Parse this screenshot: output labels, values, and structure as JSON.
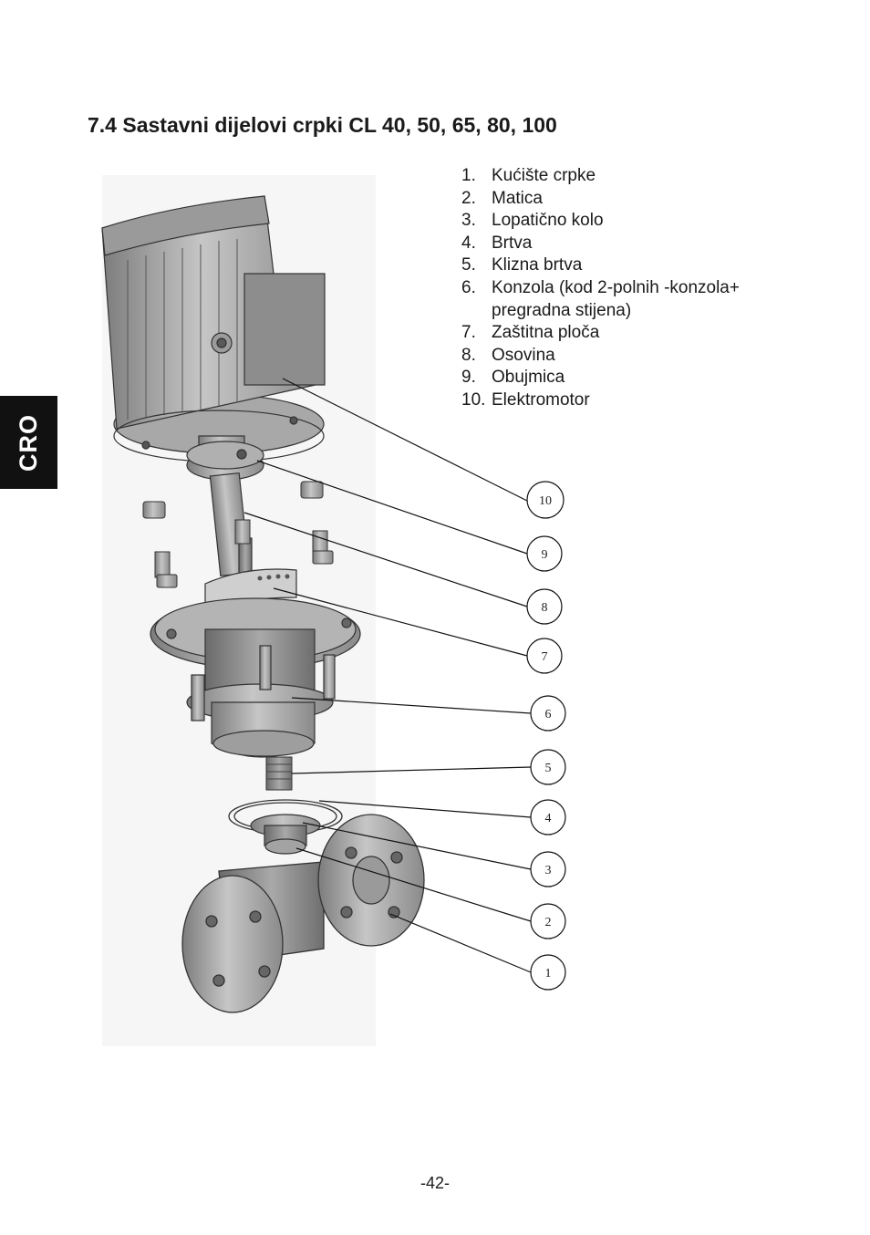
{
  "side_tab": {
    "label": "CRO"
  },
  "section": {
    "title": "7.4 Sastavni dijelovi crpki CL 40, 50, 65, 80, 100"
  },
  "parts": [
    {
      "num": "1.",
      "label": "Kućište crpke"
    },
    {
      "num": "2.",
      "label": "Matica"
    },
    {
      "num": "3.",
      "label": "Lopatično kolo"
    },
    {
      "num": "4.",
      "label": "Brtva"
    },
    {
      "num": "5.",
      "label": "Klizna brtva"
    },
    {
      "num": "6.",
      "label": "Konzola (kod 2-polnih -konzola+"
    },
    {
      "num": "",
      "label": "pregradna stijena)"
    },
    {
      "num": "7.",
      "label": "Zaštitna ploča"
    },
    {
      "num": "8.",
      "label": "Osovina"
    },
    {
      "num": "9.",
      "label": "Obujmica"
    },
    {
      "num": "10.",
      "label": "Elektromotor"
    }
  ],
  "callouts": [
    "10",
    "9",
    "8",
    "7",
    "6",
    "5",
    "4",
    "3",
    "2",
    "1"
  ],
  "page_number": "-42-"
}
